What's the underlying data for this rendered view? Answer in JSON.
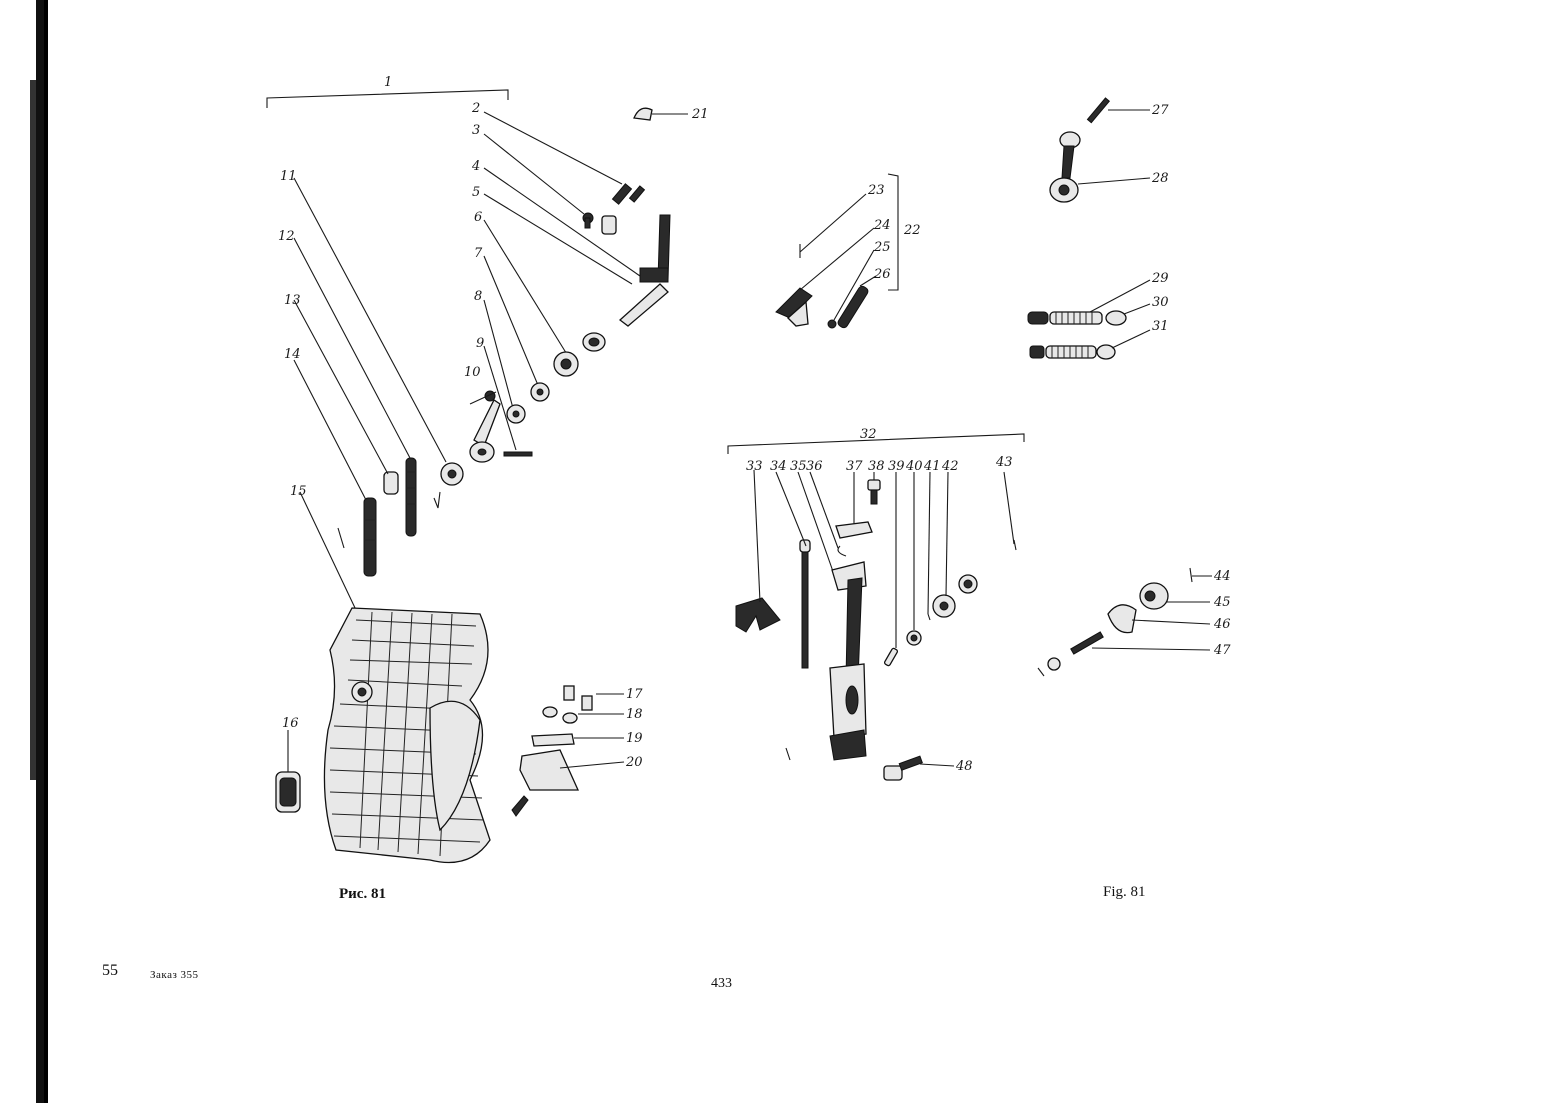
{
  "captions": {
    "ru": "Рис. 81",
    "en": "Fig. 81"
  },
  "footer": {
    "sheet": "55",
    "order": "Заказ 355",
    "page": "433"
  },
  "callouts": {
    "c1": "1",
    "c2": "2",
    "c3": "3",
    "c4": "4",
    "c5": "5",
    "c6": "6",
    "c7": "7",
    "c8": "8",
    "c9": "9",
    "c10": "10",
    "c11": "11",
    "c12": "12",
    "c13": "13",
    "c14": "14",
    "c15": "15",
    "c16": "16",
    "c17": "17",
    "c18": "18",
    "c19": "19",
    "c20": "20",
    "c21": "21",
    "c22": "22",
    "c23": "23",
    "c24": "24",
    "c25": "25",
    "c26": "26",
    "c27": "27",
    "c28": "28",
    "c29": "29",
    "c30": "30",
    "c31": "31",
    "c32": "32",
    "c33": "33",
    "c34": "34",
    "c35": "35",
    "c36": "36",
    "c37": "37",
    "c38": "38",
    "c39": "39",
    "c40": "40",
    "c41": "41",
    "c42": "42",
    "c43": "43",
    "c44": "44",
    "c45": "45",
    "c46": "46",
    "c47": "47",
    "c48": "48"
  }
}
